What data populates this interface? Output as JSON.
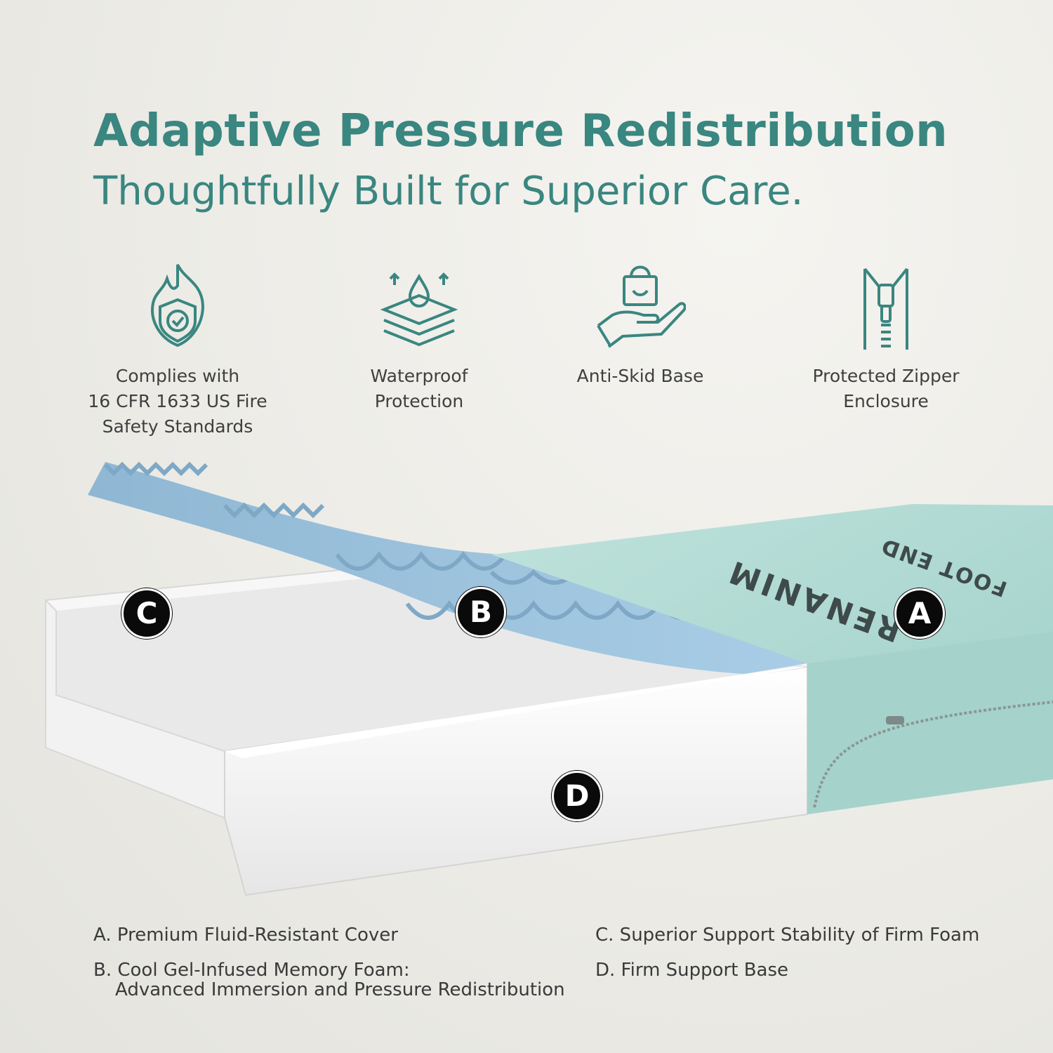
{
  "header": {
    "title": "Adaptive Pressure Redistribution",
    "subtitle": "Thoughtfully Built for Superior Care."
  },
  "features": [
    {
      "icon": "fire-shield-icon",
      "label": "Complies with\n16 CFR 1633 US Fire\nSafety Standards"
    },
    {
      "icon": "waterproof-layers-icon",
      "label": "Waterproof\nProtection"
    },
    {
      "icon": "anti-skid-hand-icon",
      "label": "Anti-Skid Base"
    },
    {
      "icon": "zipper-icon",
      "label": "Protected Zipper\nEnclosure"
    }
  ],
  "mattress": {
    "brand_text": "RENANIM",
    "cover_label": "FOOT END",
    "badges": {
      "a": "A",
      "b": "B",
      "c": "C",
      "d": "D"
    }
  },
  "legend": {
    "a": "A. Premium Fluid-Resistant Cover",
    "b_line1": "B. Cool Gel-Infused Memory Foam:",
    "b_line2": "Advanced Immersion and Pressure Redistribution",
    "c": "C. Superior Support Stability of Firm Foam",
    "d": "D. Firm Support Base"
  },
  "colors": {
    "accent": "#3a8680",
    "cover": "#a9d7d0",
    "foam": "#9cc4e0",
    "base": "#f3f3f3"
  }
}
